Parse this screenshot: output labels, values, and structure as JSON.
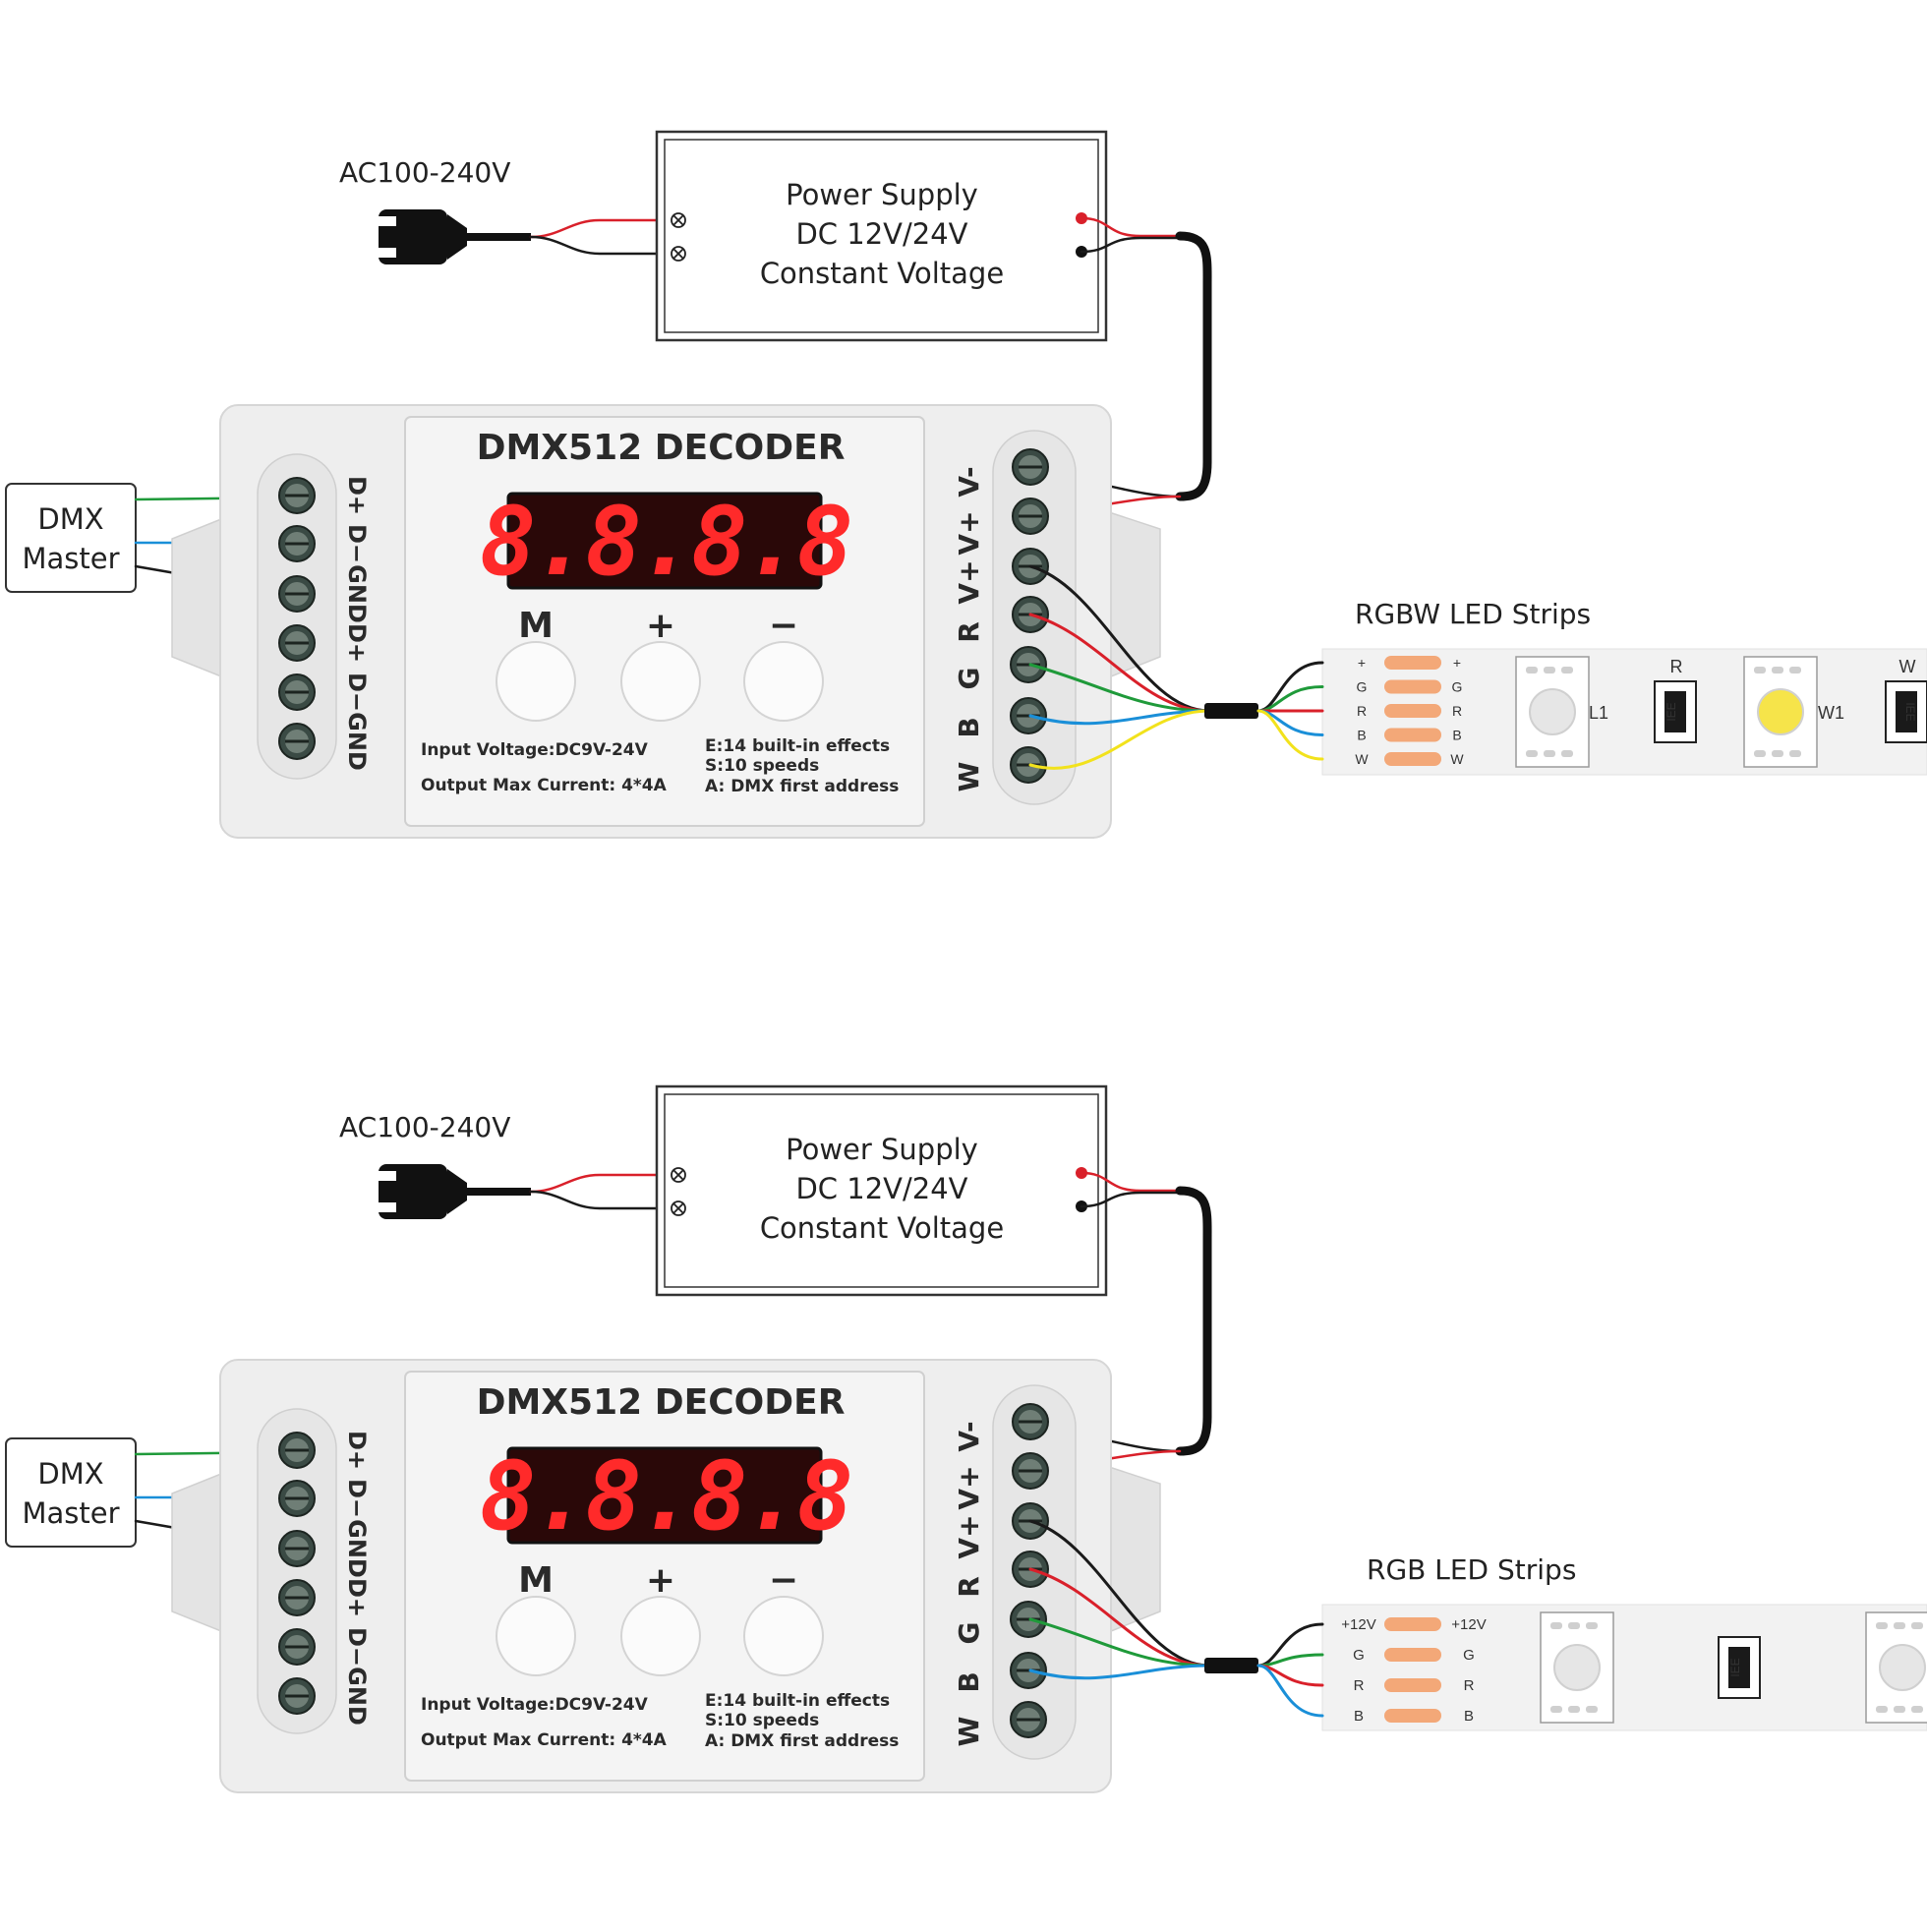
{
  "colors": {
    "red": "#d9202a",
    "black": "#1a1a1a",
    "green": "#1f9a3a",
    "blue": "#1a8fd8",
    "yellow": "#f2e21c",
    "display_bg": "#2a0808",
    "display_digit": "#ff2a2a",
    "housing": "#eeeeee",
    "pad": "#f3a878",
    "led_white_chip": "#f6e44a"
  },
  "panels": [
    {
      "ac_label": "AC100-240V",
      "psu": {
        "line1": "Power Supply",
        "line2": "DC 12V/24V",
        "line3": "Constant Voltage"
      },
      "dmx_master": {
        "line1": "DMX",
        "line2": "Master"
      },
      "decoder": {
        "title": "DMX512 DECODER",
        "display": "8.8.8.8",
        "buttons": [
          "M",
          "+",
          "−"
        ],
        "left_terminals": [
          "D+",
          "D−",
          "GND",
          "D+",
          "D−",
          "GND"
        ],
        "right_terminals": [
          "V-",
          "V+",
          "V+",
          "R",
          "G",
          "B",
          "W"
        ],
        "spec_left_1": "Input Voltage:DC9V-24V",
        "spec_left_2": "Output Max  Current: 4*4A",
        "spec_right_1": "E:14 built-in effects",
        "spec_right_2": "S:10 speeds",
        "spec_right_3": "A: DMX first address"
      },
      "strip": {
        "title": "RGBW LED Strips",
        "pad_labels_left": [
          "+",
          "G",
          "R",
          "B",
          "W"
        ],
        "pad_labels_right": [
          "+",
          "G",
          "R",
          "B",
          "W"
        ],
        "labels": {
          "l1": "L1",
          "r": "R",
          "w1": "W1",
          "w": "W"
        },
        "resistor_text": "IEE",
        "resistor_text_2": "IEE"
      }
    },
    {
      "ac_label": "AC100-240V",
      "psu": {
        "line1": "Power Supply",
        "line2": "DC 12V/24V",
        "line3": "Constant Voltage"
      },
      "dmx_master": {
        "line1": "DMX",
        "line2": "Master"
      },
      "decoder": {
        "title": "DMX512 DECODER",
        "display": "8.8.8.8",
        "buttons": [
          "M",
          "+",
          "−"
        ],
        "left_terminals": [
          "D+",
          "D−",
          "GND",
          "D+",
          "D−",
          "GND"
        ],
        "right_terminals": [
          "V-",
          "V+",
          "V+",
          "R",
          "G",
          "B",
          "W"
        ],
        "spec_left_1": "Input Voltage:DC9V-24V",
        "spec_left_2": "Output Max  Current: 4*4A",
        "spec_right_1": "E:14 built-in effects",
        "spec_right_2": "S:10 speeds",
        "spec_right_3": "A: DMX first address"
      },
      "strip": {
        "title": "RGB LED Strips",
        "pad_labels_left": [
          "+12V",
          "G",
          "R",
          "B"
        ],
        "pad_labels_right": [
          "+12V",
          "G",
          "R",
          "B"
        ],
        "resistor_text": "IEE"
      }
    }
  ]
}
